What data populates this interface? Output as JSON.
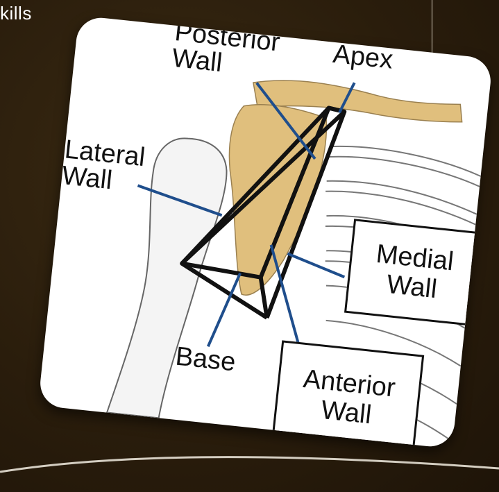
{
  "slide": {
    "title": "kills"
  },
  "figure": {
    "labels": {
      "posterior_wall": "Posterior Wall",
      "apex": "Apex",
      "lateral_wall": "Lateral Wall",
      "medial_wall": "Medial Wall",
      "base": "Base",
      "anterior_wall": "Anterior Wall"
    },
    "colors": {
      "bone": "#e0bf7d",
      "line": "#1f4e8c",
      "outline": "#111111"
    }
  }
}
